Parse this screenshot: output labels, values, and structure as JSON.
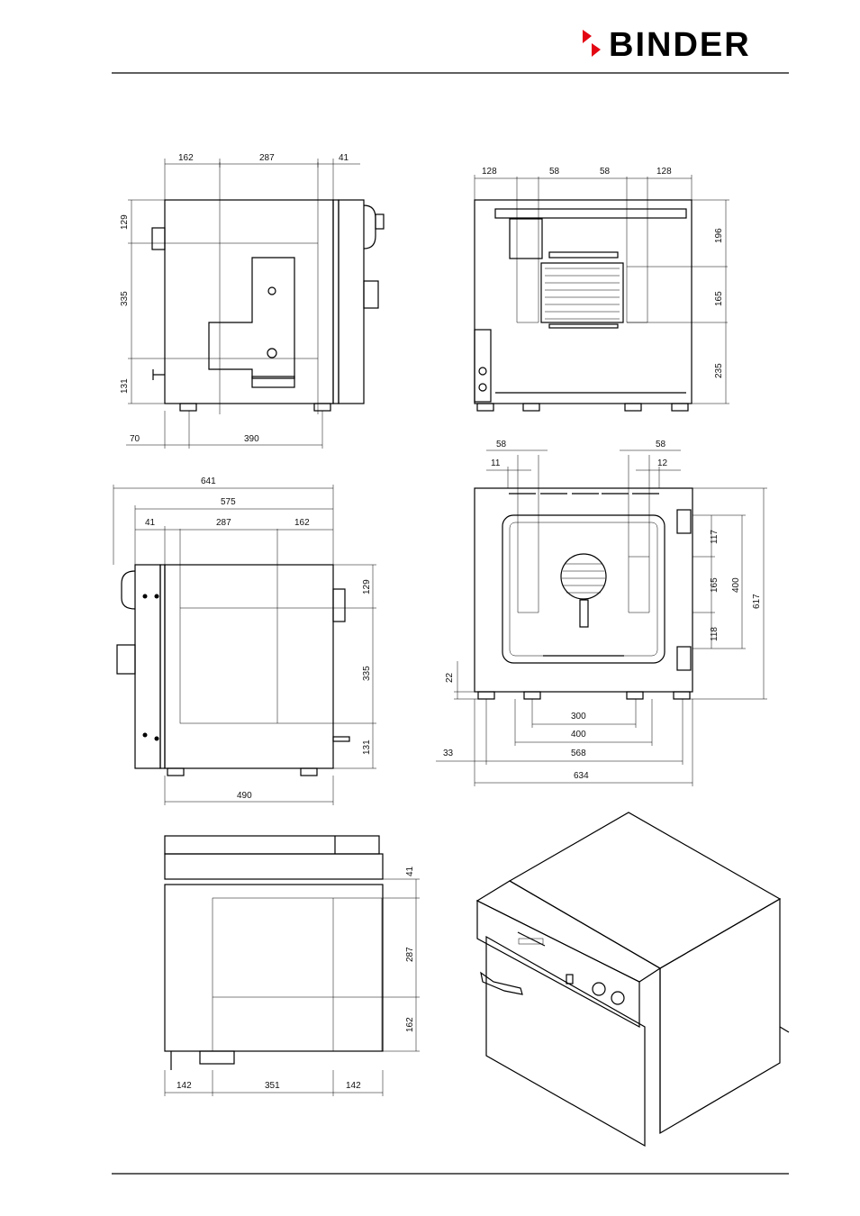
{
  "header": {
    "brand": "BINDER"
  },
  "colors": {
    "logo_red": "#e30613",
    "ink": "#000000"
  },
  "views": {
    "side_left": {
      "top_dims": [
        "162",
        "287",
        "41"
      ],
      "left_dims": [
        "129",
        "335",
        "131"
      ],
      "bottom_dims": [
        "70",
        "390"
      ]
    },
    "back": {
      "top_dims": [
        "128",
        "58",
        "58",
        "128"
      ],
      "right_dims": [
        "196",
        "165",
        "235"
      ]
    },
    "side_right": {
      "top_dims": [
        "641",
        "575",
        "41",
        "287",
        "162"
      ],
      "right_dims": [
        "129",
        "335",
        "131"
      ],
      "bottom_dims": [
        "490"
      ]
    },
    "front": {
      "top_dims": [
        "58",
        "58",
        "11",
        "12"
      ],
      "right_dims": [
        "117",
        "165",
        "118",
        "400",
        "617"
      ],
      "left_dims": [
        "22"
      ],
      "bottom_dims": [
        "300",
        "400",
        "33",
        "568",
        "634"
      ]
    },
    "top": {
      "right_dims": [
        "41",
        "287",
        "162"
      ],
      "bottom_dims": [
        "142",
        "351",
        "142"
      ]
    }
  }
}
